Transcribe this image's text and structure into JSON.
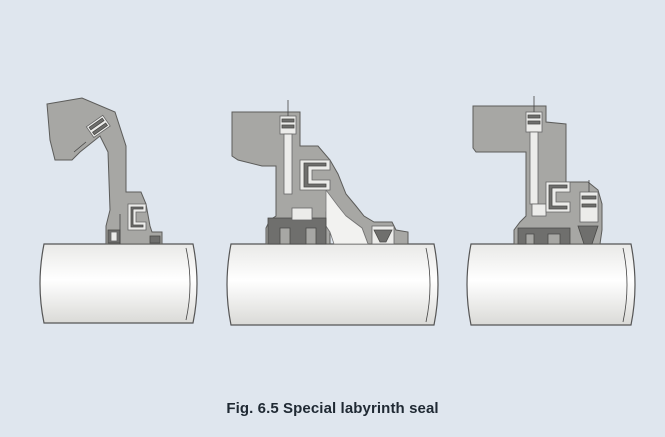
{
  "figure": {
    "caption": "Fig. 6.5 Special labyrinth seal",
    "colors": {
      "background": "#dfe6ee",
      "housing": "#a7a7a4",
      "shaft": "#f7f7f5",
      "caption_text": "#1f2933"
    },
    "drawings": [
      {
        "name": "labyrinth-seal-variant-1"
      },
      {
        "name": "labyrinth-seal-variant-2"
      },
      {
        "name": "labyrinth-seal-variant-3"
      }
    ]
  }
}
